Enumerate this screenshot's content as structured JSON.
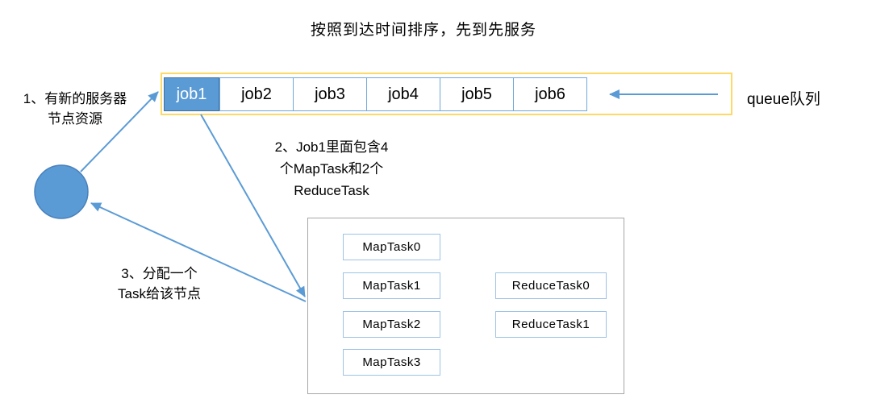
{
  "title": "按照到达时间排序，先到先服务",
  "steps": {
    "step1": "1、有新的服务器\n节点资源",
    "step2": "2、Job1里面包含4\n个MapTask和2个\nReduceTask",
    "step3": "3、分配一个\nTask给该节点"
  },
  "queue": {
    "label": "queue队列",
    "jobs": [
      {
        "label": "job1",
        "active": true
      },
      {
        "label": "job2",
        "active": false
      },
      {
        "label": "job3",
        "active": false
      },
      {
        "label": "job4",
        "active": false
      },
      {
        "label": "job5",
        "active": false
      },
      {
        "label": "job6",
        "active": false
      }
    ]
  },
  "tasks": {
    "map": [
      {
        "label": "MapTask0"
      },
      {
        "label": "MapTask1"
      },
      {
        "label": "MapTask2"
      },
      {
        "label": "MapTask3"
      }
    ],
    "reduce": [
      {
        "label": "ReduceTask0"
      },
      {
        "label": "ReduceTask1"
      }
    ]
  },
  "icons": {
    "server_node": "filled-circle",
    "arrows": "straight-blue-arrow"
  },
  "colors": {
    "accent": "#5B9BD5",
    "queue-border": "#FFD966",
    "job-border": "#6FA8DC",
    "job1-border": "#41719C",
    "task-border": "#9DC3E6",
    "container-border": "#A6A6A6",
    "node-fill": "#5B9BD5",
    "node-stroke": "#4981BC"
  }
}
